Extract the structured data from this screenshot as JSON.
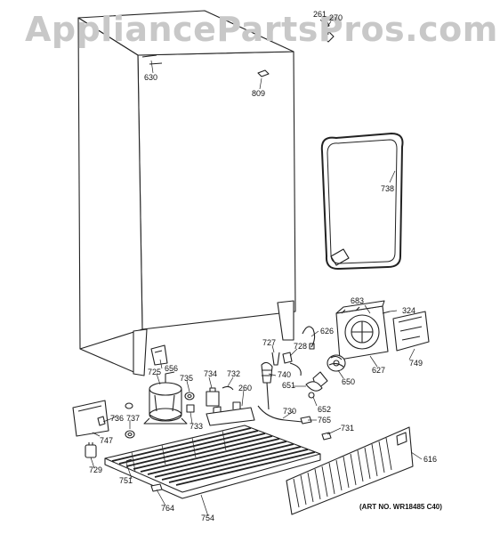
{
  "watermark": "AppliancePartsPros.com",
  "art_number": "(ART NO. WR18485 C40)",
  "callouts": {
    "p261": "261",
    "p270": "270",
    "p630": "630",
    "p809": "809",
    "p738": "738",
    "p683": "683",
    "p324": "324",
    "p626": "626",
    "p727": "727",
    "p728": "728",
    "p749": "749",
    "p627": "627",
    "p656": "656",
    "p725": "725",
    "p734": "734",
    "p732": "732",
    "p735": "735",
    "p740": "740",
    "p651": "651",
    "p650": "650",
    "p260": "260",
    "p652": "652",
    "p736": "736",
    "p737": "737",
    "p733": "733",
    "p730": "730",
    "p765": "765",
    "p747": "747",
    "p731": "731",
    "p729": "729",
    "p616": "616",
    "p751": "751",
    "p764": "764",
    "p754": "754"
  }
}
